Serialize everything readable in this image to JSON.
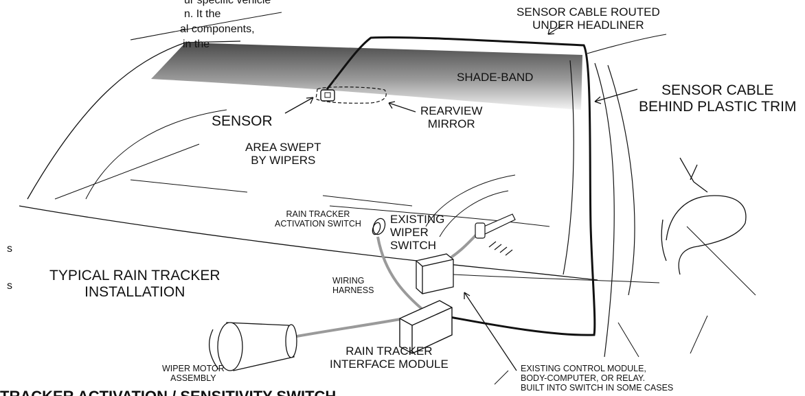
{
  "diagram": {
    "title": "TYPICAL RAIN TRACKER\nINSTALLATION",
    "labels": {
      "sensor_cable_routed": "SENSOR CABLE ROUTED\nUNDER HEADLINER",
      "shade_band": "SHADE-BAND",
      "sensor_cable_trim": "SENSOR CABLE\nBEHIND PLASTIC TRIM",
      "sensor": "SENSOR",
      "rearview_mirror": "REARVIEW\nMIRROR",
      "area_swept": "AREA SWEPT\nBY WIPERS",
      "activation_switch": "RAIN TRACKER\nACTIVATION SWITCH",
      "existing_wiper_switch": "EXISTING\nWIPER\nSWITCH",
      "wiring_harness": "WIRING\nHARNESS",
      "interface_module": "RAIN TRACKER\nINTERFACE MODULE",
      "wiper_motor": "WIPER MOTOR\nASSEMBLY",
      "control_module": "EXISTING CONTROL MODULE,\nBODY-COMPUTER, OR RELAY.\nBUILT INTO SWITCH IN SOME CASES"
    }
  },
  "page_fragments": {
    "top_left_1": "ur specific vehicle",
    "top_left_2": "n.  It the",
    "top_left_3": "al components,",
    "top_left_4": "in the",
    "left_5": "s",
    "left_6": "s",
    "bottom_heading": "TRACKER ACTIVATION / SENSITIVITY SWITCH"
  },
  "colors": {
    "line": "#111111",
    "shade_band_dark": "#555555",
    "shade_band_light": "#f2f2f2",
    "harness": "#9a9a9a"
  }
}
